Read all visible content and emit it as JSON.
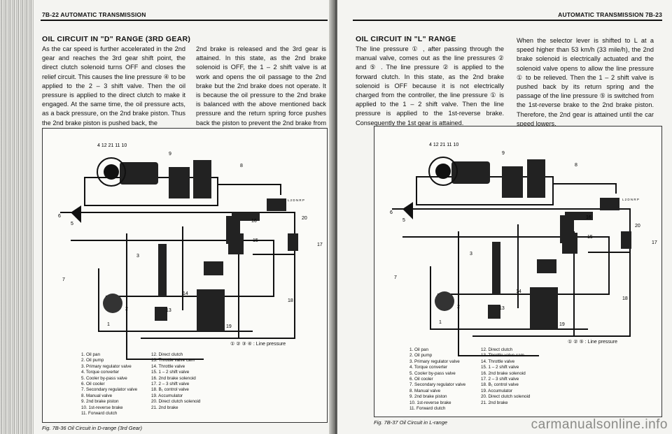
{
  "left_page": {
    "running_head": "7B-22 AUTOMATIC TRANSMISSION",
    "section_title": "OIL CIRCUIT IN \"D\" RANGE (3RD GEAR)",
    "col1": "As the car speed is further accelerated in the 2nd gear and reaches the 3rd gear shift point, the direct clutch solenoid turns OFF and closes the relief circuit. This causes the line pressure ④ to be applied to the 2 – 3 shift valve. Then the oil pressure is applied to the direct clutch to make it engaged. At the same time, the oil pressure acts, as a back pressure, on the 2nd brake piston. Thus the 2nd brake piston is pushed back, the",
    "col2": "2nd brake is released and the 3rd gear is attained. In this state, as the 2nd brake solenoid is OFF, the 1 – 2 shift valve is at work and opens the oil passage to the 2nd brake but the 2nd brake does not operate. It is because the oil pressure to the 2nd brake is balanced with the above mentioned back pressure and the return spring force pushes back the piston to prevent the 2nd brake from operating.",
    "line_pressure": "① ② ③ ④ : Line pressure",
    "caption": "Fig. 7B-36  Oil Circuit in D-range (3rd Gear)"
  },
  "right_page": {
    "running_head": "AUTOMATIC TRANSMISSION 7B-23",
    "section_title": "OIL CIRCUIT IN \"L\" RANGE",
    "col1": "The line pressure ① , after passing through the manual valve, comes out as the line pressures ② and ⑤ . The line pressure ② is applied to the forward clutch. In this state, as the 2nd brake solenoid is OFF because it is not electrically charged from the controller, the line pressure ① is applied to the 1 – 2 shift valve. Then the line pressure is applied to the 1st-reverse brake. Consequently the 1st gear is attained.",
    "col2": "When the selector lever is shifted to L at a speed higher than 53 km/h (33 mile/h), the 2nd brake solenoid is electrically actuated and the solenoid valve opens to allow the line pressure ① to be relieved. Then the 1 – 2 shift valve is pushed back by its return spring and the passage of the line pressure ⑤ is switched from the 1st-reverse brake to the 2nd brake piston. Therefore, the 2nd gear is attained until the car speed lowers.",
    "line_pressure": "① ② ⑤ : Line pressure",
    "caption": "Fig. 7B-37  Oil Circuit in L-range"
  },
  "legend_left": [
    "1.  Oil pan",
    "2.  Oil pump",
    "3.  Primary regulator valve",
    "4.  Torque converter",
    "5.  Cooler by-pass valve",
    "6.  Oil cooler",
    "7.  Secondary regulator valve",
    "8.  Manual valve",
    "9.  2nd brake piston",
    "10.  1st-reverse brake",
    "11.  Forward clutch"
  ],
  "legend_right": [
    "12.  Direct clutch",
    "13.  Throttle valve cam",
    "14.  Throttle valve",
    "15.  1 – 2 shift valve",
    "16.  2nd brake solenoid",
    "17.  2 – 3 shift valve",
    "18.  B₁ control valve",
    "19.  Accumulator",
    "20.  Direct clutch solenoid",
    "21.  2nd brake"
  ],
  "diagram_labels": {
    "top": "4   12 21 11      10",
    "n9": "9",
    "n8": "8",
    "n6": "6",
    "n5": "5",
    "n7": "7",
    "n3": "3",
    "n2": "2",
    "n1": "1",
    "n13": "13",
    "n14": "14",
    "n15": "15",
    "n16": "16",
    "n17": "17",
    "n18": "18",
    "n19": "19",
    "n20": "20",
    "prnd": "L 2 D N R P"
  },
  "watermark": "carmanualsonline.info"
}
